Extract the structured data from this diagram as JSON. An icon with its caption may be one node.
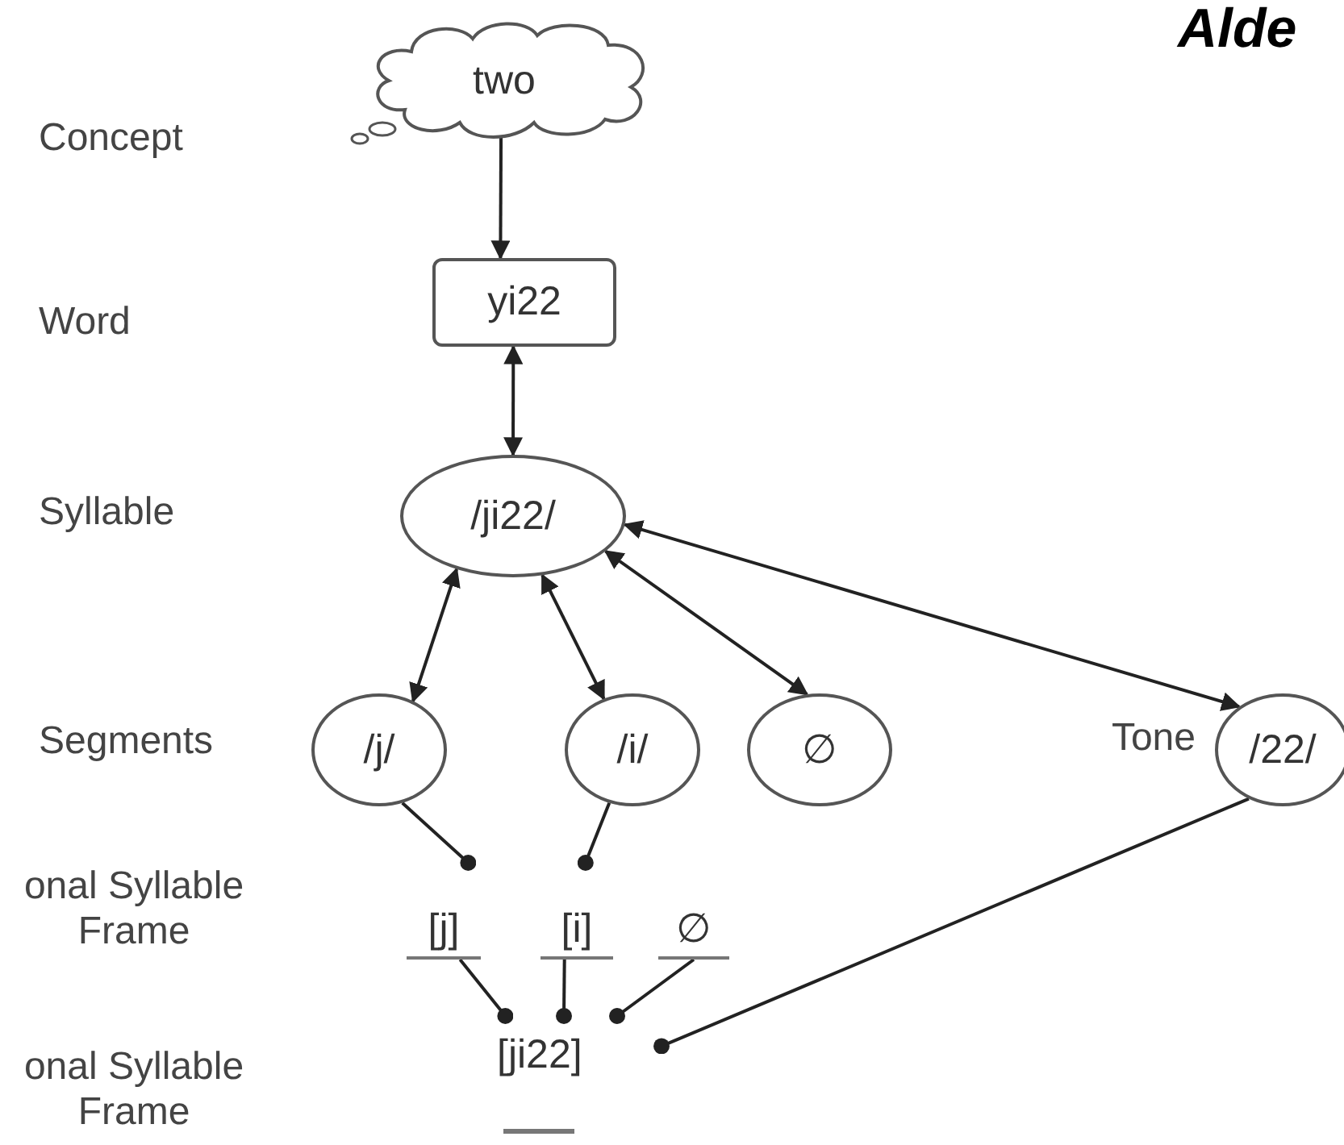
{
  "diagram": {
    "nodes": [
      {
        "text": [
          "two"
        ]
      },
      {
        "text": [
          "yi22"
        ]
      },
      {
        "text": [
          "/ji22/"
        ]
      },
      {
        "text": [
          "/j/"
        ]
      },
      {
        "text": [
          "/i/"
        ]
      },
      {
        "text": [
          "∅"
        ]
      },
      {
        "text": [
          "/22/"
        ],
        "beside": [
          "Tone"
        ]
      },
      {
        "text": [
          "[j]"
        ]
      },
      {
        "text": [
          "[i]"
        ]
      },
      {
        "text": [
          "∅"
        ]
      },
      {
        "text": [
          "[ji22]"
        ]
      }
    ],
    "edges": [
      {
        "from": 0,
        "to": 1,
        "arrow": "to"
      },
      {
        "from": 1,
        "to": 2,
        "arrow": "both"
      },
      {
        "from": 2,
        "to": 3,
        "arrow": "both"
      },
      {
        "from": 2,
        "to": 4,
        "arrow": "both"
      },
      {
        "from": 2,
        "to": 5,
        "arrow": "both"
      },
      {
        "from": 2,
        "to": 6,
        "arrow": "both"
      },
      {
        "from": 3,
        "to": 7,
        "arrow": "other"
      },
      {
        "from": 4,
        "to": 8,
        "arrow": "other"
      },
      {
        "from": 7,
        "to": 10,
        "arrow": "other"
      },
      {
        "from": 8,
        "to": 10,
        "arrow": "other"
      },
      {
        "from": 9,
        "to": 10,
        "arrow": "other"
      },
      {
        "from": 6,
        "to": 10,
        "arrow": "other"
      }
    ],
    "labels": [
      "Alde",
      "Concept",
      "Word",
      "Syllable",
      "Segments",
      "onal Syllable Frame",
      "onal Syllable Frame"
    ]
  }
}
